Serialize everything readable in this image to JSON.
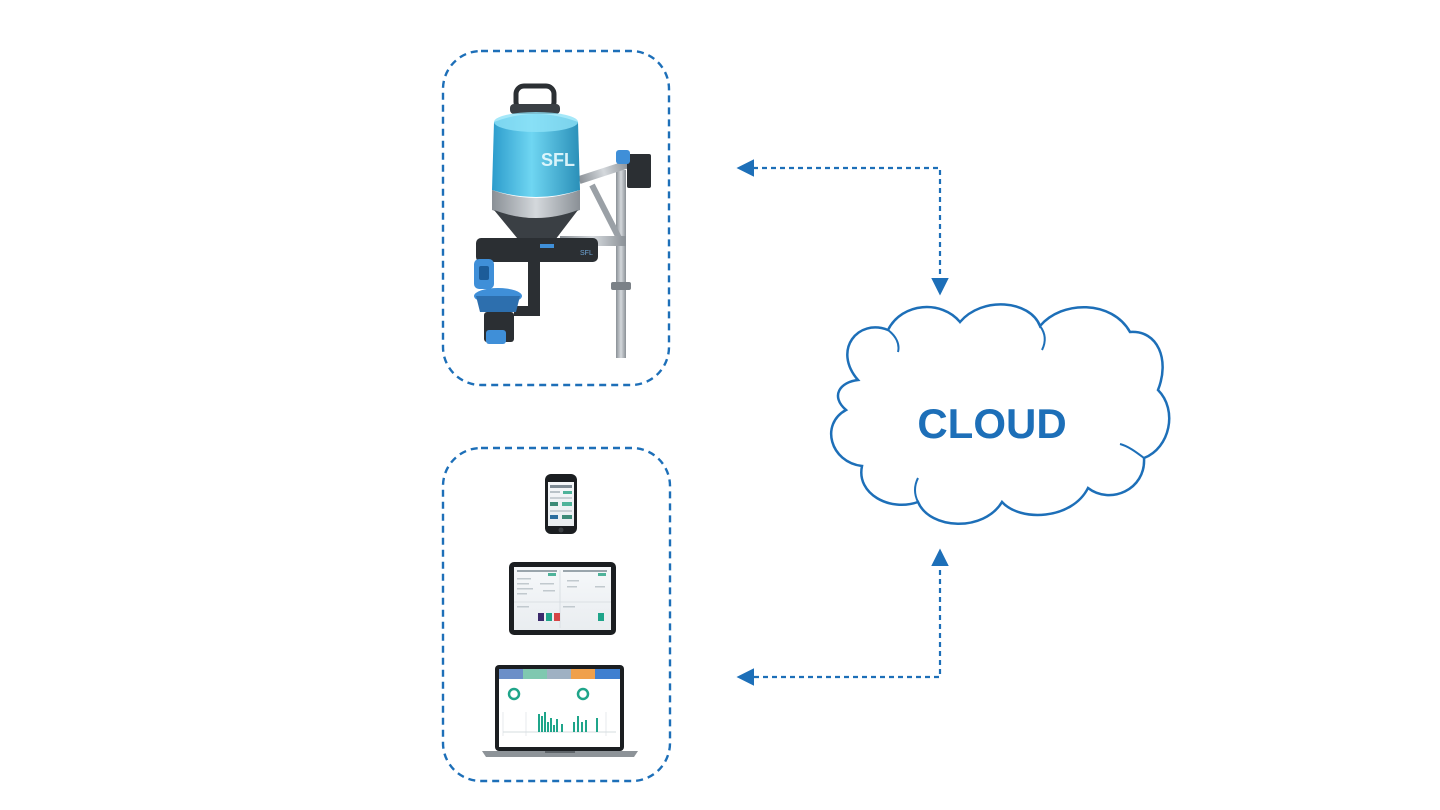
{
  "diagram": {
    "cloud": {
      "label": "CLOUD"
    },
    "device_box": {
      "device": "dispenser-device",
      "logo_text": "SFL"
    },
    "clients_box": {
      "devices": [
        "smartphone",
        "tablet",
        "laptop"
      ]
    },
    "connections": [
      {
        "from": "cloud",
        "to": "device_box",
        "style": "dashed",
        "bidirectional": true
      },
      {
        "from": "cloud",
        "to": "clients_box",
        "style": "dashed",
        "bidirectional": true
      }
    ]
  },
  "colors": {
    "accent": "#1d6fb8",
    "tank": "#4cc3e6",
    "tank_dark": "#2a8fb8",
    "device_dark": "#2b2f33",
    "device_blue": "#3f8fd8",
    "metal": "#a9aeb3",
    "chart_green": "#1fa58a"
  }
}
